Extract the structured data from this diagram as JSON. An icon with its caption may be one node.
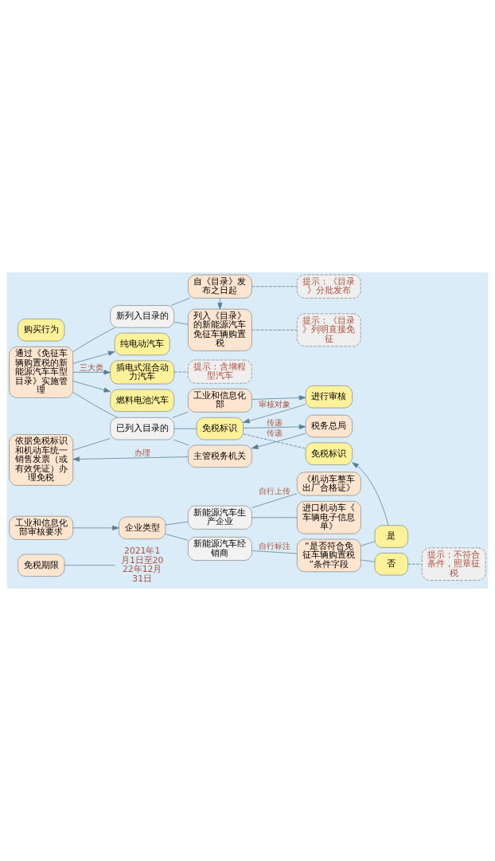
{
  "diagram": {
    "nodes": [
      {
        "text": [
          "免税期限"
        ]
      },
      {
        "text": [
          "2021年1月1日至2022年12月31日"
        ]
      },
      {
        "text": [
          "通过《免征车辆购置税的新能源汽车车型目录》实施管理"
        ]
      },
      {
        "text": [
          "购买行为"
        ]
      },
      {
        "text": [
          "新列入目录的"
        ]
      },
      {
        "text": [
          "自《目录》发布之日起"
        ]
      },
      {
        "text": [
          "提示：《目录》分批发布"
        ]
      },
      {
        "text": [
          "列入《目录》的新能源汽车免征车辆购置税"
        ]
      },
      {
        "text": [
          "提示：《目录》列明直接免征"
        ]
      },
      {
        "text": [
          "纯电动汽车"
        ]
      },
      {
        "text": [
          "插电式混合动力汽车"
        ]
      },
      {
        "text": [
          "燃料电池汽车"
        ]
      },
      {
        "text": [
          "提示：含增程型汽车"
        ]
      },
      {
        "text": [
          "已列入目录的"
        ]
      },
      {
        "text": [
          "工业和信息化部"
        ]
      },
      {
        "text": [
          "进行审核"
        ]
      },
      {
        "text": [
          "免税标识"
        ]
      },
      {
        "text": [
          "主管税务机关"
        ]
      },
      {
        "text": [
          "税务总局"
        ]
      },
      {
        "text": [
          "依据免税标识和机动车统一销售发票（或有效凭证）办理免税"
        ]
      },
      {
        "text": [
          "免税标识"
        ]
      },
      {
        "text": [
          "工业和信息化部审核要求"
        ]
      },
      {
        "text": [
          "企业类型"
        ]
      },
      {
        "text": [
          "新能源汽车生产企业"
        ]
      },
      {
        "text": [
          "新能源汽车经销商"
        ]
      },
      {
        "text": [
          "《机动车整车出厂合格证》"
        ]
      },
      {
        "text": [
          "进口机动车《车辆电子信息单》"
        ]
      },
      {
        "text": [
          "“是否符合免征车辆购置税”条件字段"
        ]
      },
      {
        "text": [
          "是"
        ]
      },
      {
        "text": [
          "否"
        ]
      },
      {
        "text": [
          "提示：不符合条件，照章征税"
        ]
      }
    ],
    "edges": [
      {
        "from": 0,
        "to": 1,
        "arrow": "none"
      },
      {
        "from": 2,
        "to": 4,
        "arrow": "none"
      },
      {
        "from": 2,
        "to": 13,
        "arrow": "none"
      },
      {
        "from": 2,
        "to": 9,
        "arrow": "to"
      },
      {
        "from": 2,
        "to": 10,
        "arrow": "to",
        "label": "三大类"
      },
      {
        "from": 2,
        "to": 11,
        "arrow": "to"
      },
      {
        "from": 4,
        "to": 5,
        "arrow": "none"
      },
      {
        "from": 4,
        "to": 7,
        "arrow": "none"
      },
      {
        "from": 5,
        "to": 7,
        "arrow": "to"
      },
      {
        "from": 6,
        "to": 5,
        "arrow": "none",
        "style": "dashed"
      },
      {
        "from": 8,
        "to": 7,
        "arrow": "none",
        "style": "dashed"
      },
      {
        "from": 12,
        "to": 10,
        "arrow": "none",
        "style": "dashed"
      },
      {
        "from": 13,
        "to": 14,
        "arrow": "none"
      },
      {
        "from": 13,
        "to": 16,
        "arrow": "none"
      },
      {
        "from": 13,
        "to": 17,
        "arrow": "none"
      },
      {
        "from": 13,
        "to": 19,
        "arrow": "none"
      },
      {
        "from": 14,
        "to": 15,
        "arrow": "to"
      },
      {
        "from": 15,
        "to": 16,
        "arrow": "to",
        "label": "审核对象"
      },
      {
        "from": 16,
        "to": 18,
        "arrow": "to",
        "label": "传递"
      },
      {
        "from": 18,
        "to": 17,
        "arrow": "to",
        "label": "传递"
      },
      {
        "from": 17,
        "to": 19,
        "arrow": "to",
        "label": "办理"
      },
      {
        "from": 16,
        "to": 20,
        "arrow": "none",
        "style": "dashed"
      },
      {
        "from": 21,
        "to": 22,
        "arrow": "to"
      },
      {
        "from": 22,
        "to": 23,
        "arrow": "none"
      },
      {
        "from": 22,
        "to": 24,
        "arrow": "none"
      },
      {
        "from": 23,
        "to": 25,
        "arrow": "none",
        "label": "自行上传"
      },
      {
        "from": 23,
        "to": 26,
        "arrow": "none"
      },
      {
        "from": 24,
        "to": 27,
        "arrow": "none",
        "label": "自行标注"
      },
      {
        "from": 27,
        "to": 28,
        "arrow": "none"
      },
      {
        "from": 27,
        "to": 29,
        "arrow": "none"
      },
      {
        "from": 28,
        "to": 20,
        "arrow": "to"
      },
      {
        "from": 30,
        "to": 29,
        "arrow": "none",
        "style": "dashed"
      }
    ]
  }
}
